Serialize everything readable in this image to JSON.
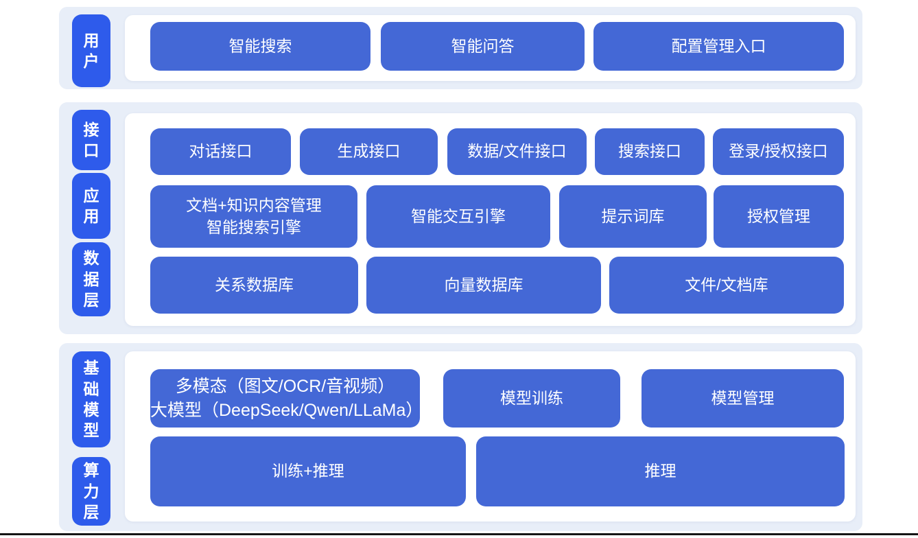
{
  "colors": {
    "layer_band_background": "#e8eef8",
    "layer_label_pill": "#2e5beb",
    "block_fill": "#4468d6",
    "block_text": "#ffffff",
    "bottom_rule": "#151515"
  },
  "layers": {
    "user": {
      "label": "用\n户",
      "blocks": [
        "智能搜索",
        "智能问答",
        "配置管理入口"
      ]
    },
    "interface": {
      "label": "接\n口",
      "blocks": [
        "对话接口",
        "生成接口",
        "数据/文件接口",
        "搜索接口",
        "登录/授权接口"
      ]
    },
    "application": {
      "label": "应\n用",
      "blocks": [
        "文档+知识内容管理\n智能搜索引擎",
        "智能交互引擎",
        "提示词库",
        "授权管理"
      ]
    },
    "data": {
      "label": "数\n据\n层",
      "blocks": [
        "关系数据库",
        "向量数据库",
        "文件/文档库"
      ]
    },
    "foundation": {
      "label": "基\n础\n模\n型",
      "blocks": [
        "多模态（图文/OCR/音视频）\n大模型（DeepSeek/Qwen/LLaMa）",
        "模型训练",
        "模型管理"
      ]
    },
    "compute": {
      "label": "算\n力\n层",
      "blocks": [
        "训练+推理",
        "推理"
      ]
    }
  }
}
